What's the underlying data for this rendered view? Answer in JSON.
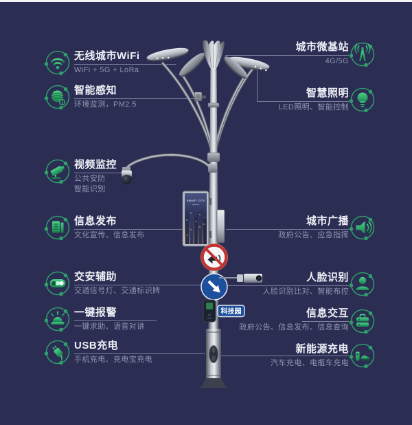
{
  "colors": {
    "background": "#2b2d52",
    "accent_green": "#2f9e6c",
    "icon_green_light": "#4cd189",
    "icon_green_dark": "#188150",
    "title_text": "#eef0f6",
    "subtitle_text": "#9096b0",
    "sign_red": "#c03530",
    "sign_blue": "#1c4f9c"
  },
  "left_features": [
    {
      "icon": "wifi-icon",
      "title": "无线城市WiFi",
      "subtitle": "WiFi + 5G + LoRa"
    },
    {
      "icon": "sensor-icon",
      "title": "智能感知",
      "subtitle": "环境监测，PM2.5"
    },
    {
      "icon": "camera-icon",
      "title": "视频监控",
      "subtitle": "公共安防",
      "subtitle2": "智能识别"
    },
    {
      "icon": "screen-icon",
      "title": "信息发布",
      "subtitle": "文化宣传、信息发布"
    },
    {
      "icon": "traffic-light-icon",
      "title": "交安辅助",
      "subtitle": "交通信号灯、交通标识牌"
    },
    {
      "icon": "alarm-icon",
      "title": "一键报警",
      "subtitle": "一键求助、语音对讲"
    },
    {
      "icon": "usb-icon",
      "title": "USB充电",
      "subtitle": "手机充电、充电宝充电"
    }
  ],
  "right_features": [
    {
      "icon": "antenna-icon",
      "title": "城市微基站",
      "subtitle": "4G/5G"
    },
    {
      "icon": "bulb-icon",
      "title": "智慧照明",
      "subtitle": "LED照明、智能控制"
    },
    {
      "icon": "speaker-icon",
      "title": "城市广播",
      "subtitle": "政府公告、应急指挥"
    },
    {
      "icon": "face-icon",
      "title": "人脸识别",
      "subtitle": "人脸识别比对、智能布控"
    },
    {
      "icon": "kiosk-icon",
      "title": "信息交互",
      "subtitle": "政府公告、信息发布、信息查询"
    },
    {
      "icon": "car-icon",
      "title": "新能源充电",
      "subtitle": "汽车充电、电瓶车充电"
    }
  ],
  "pole": {
    "screen_title": "SMART CITY",
    "sign_label": "科技园"
  }
}
